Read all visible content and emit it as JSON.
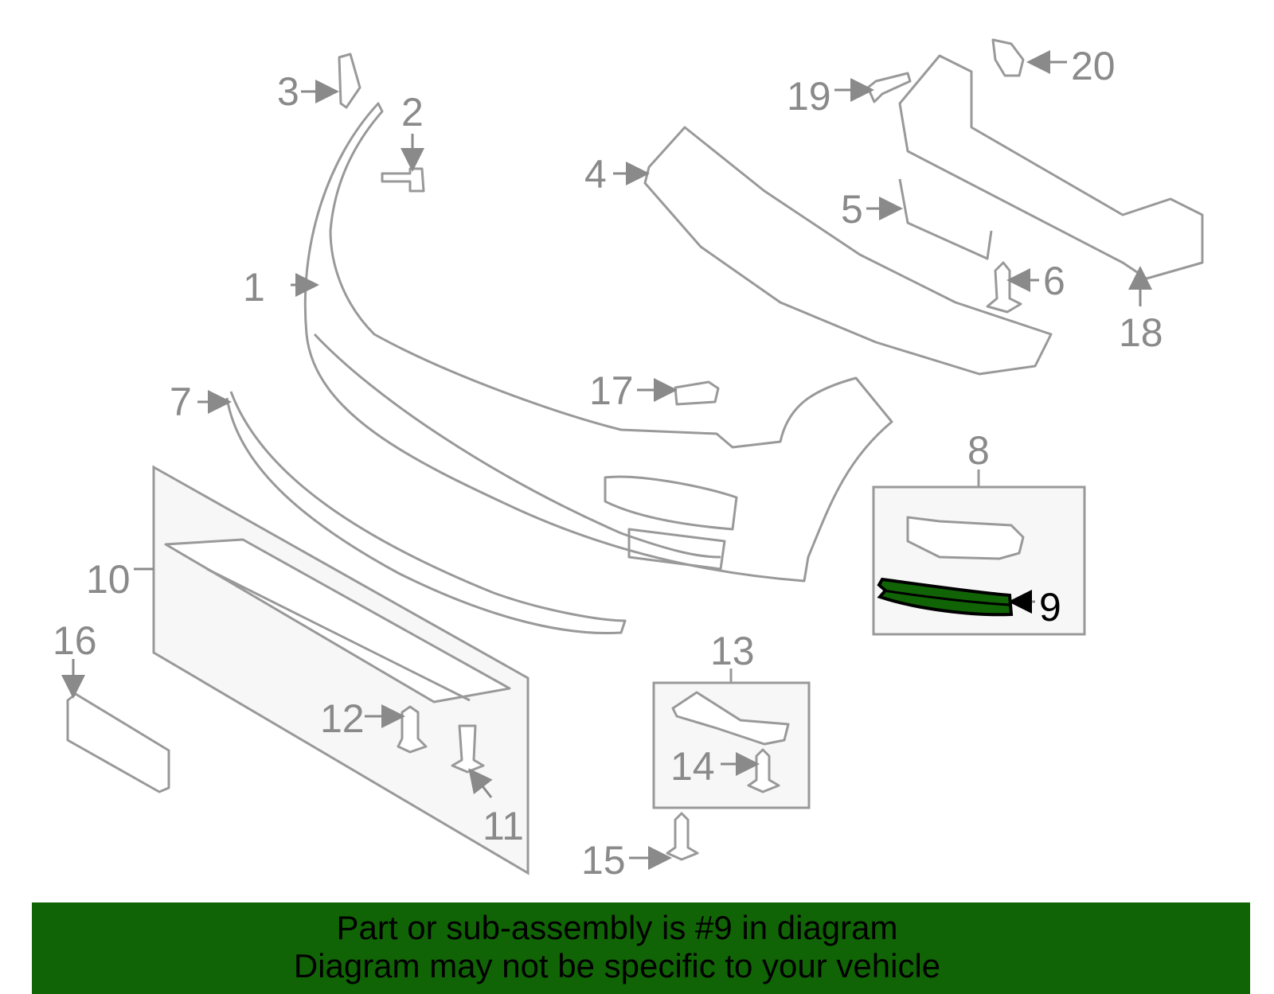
{
  "callouts": {
    "c1": "1",
    "c2": "2",
    "c3": "3",
    "c4": "4",
    "c5": "5",
    "c6": "6",
    "c7": "7",
    "c8": "8",
    "c9": "9",
    "c10": "10",
    "c11": "11",
    "c12": "12",
    "c13": "13",
    "c14": "14",
    "c15": "15",
    "c16": "16",
    "c17": "17",
    "c18": "18",
    "c19": "19",
    "c20": "20"
  },
  "highlight_color": "#116405",
  "banner": {
    "line1": "Part or sub-assembly is #9 in diagram",
    "line2": "Diagram may not be specific to your vehicle"
  }
}
